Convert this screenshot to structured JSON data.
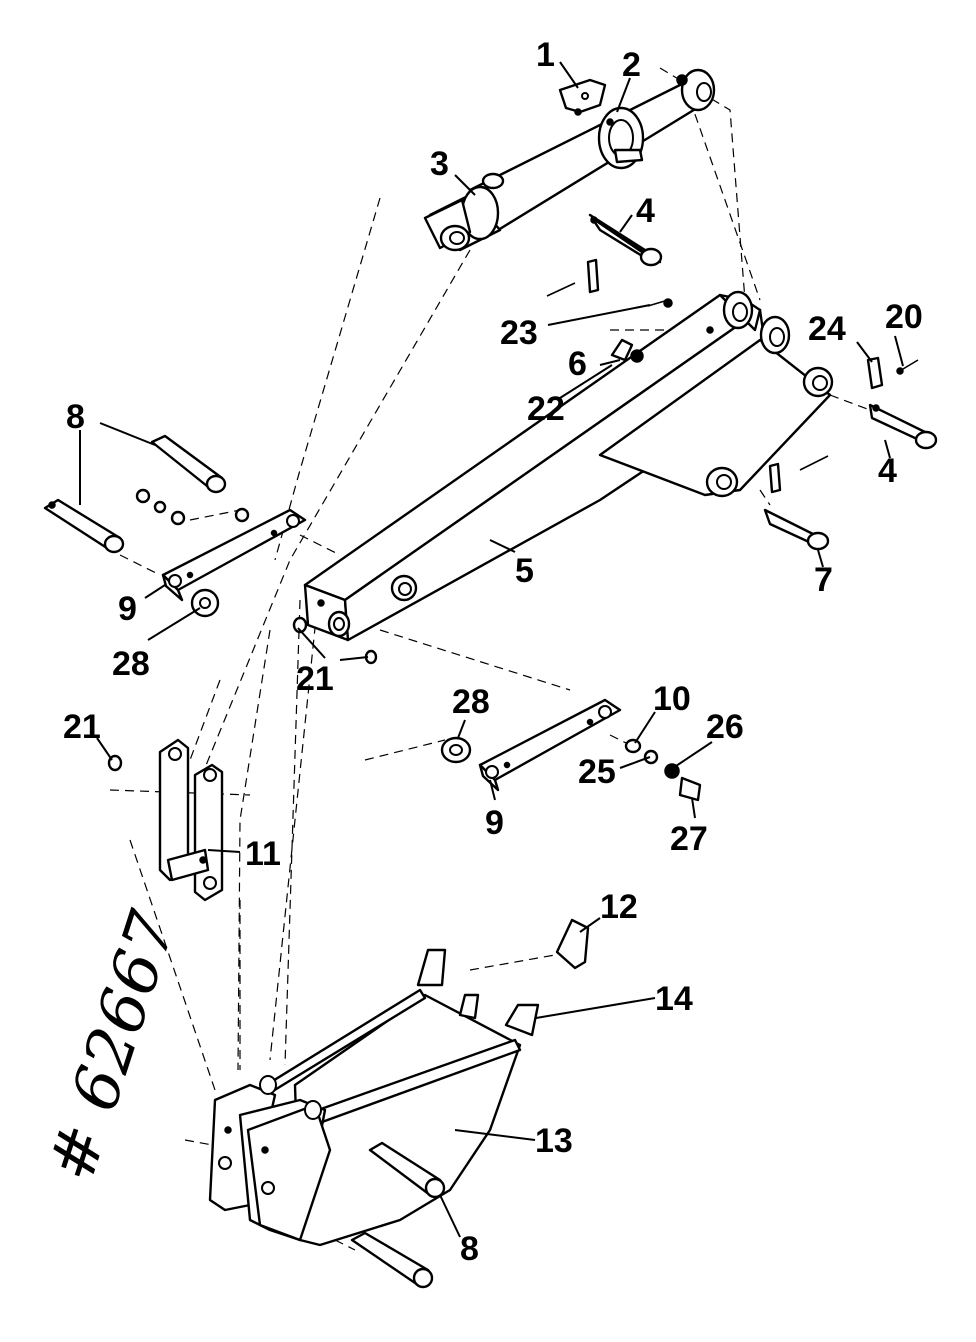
{
  "figure_note": "# 62667",
  "callouts": {
    "c1": "1",
    "c2": "2",
    "c3": "3",
    "c4a": "4",
    "c4b": "4",
    "c5": "5",
    "c6": "6",
    "c7": "7",
    "c8a": "8",
    "c8b": "8",
    "c9a": "9",
    "c9b": "9",
    "c10": "10",
    "c11": "11",
    "c12": "12",
    "c13": "13",
    "c14": "14",
    "c20": "20",
    "c21a": "21",
    "c21b": "21",
    "c22": "22",
    "c23": "23",
    "c24": "24",
    "c25": "25",
    "c26": "26",
    "c27": "27",
    "c28a": "28",
    "c28b": "28"
  }
}
